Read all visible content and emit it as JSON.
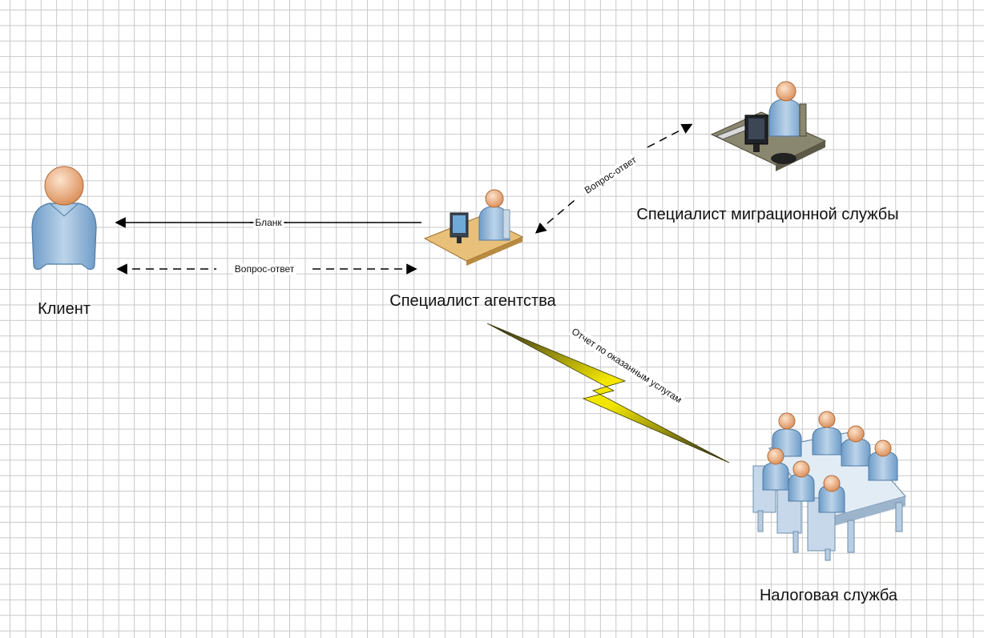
{
  "nodes": {
    "client": {
      "label": "Клиент",
      "icon": "person-icon"
    },
    "agency_specialist": {
      "label": "Специалист агентства",
      "icon": "office-worker-icon"
    },
    "migration_specialist": {
      "label": "Специалист миграционной службы",
      "icon": "office-worker-desk-icon"
    },
    "tax_service": {
      "label": "Налоговая служба",
      "icon": "meeting-table-icon"
    }
  },
  "edges": {
    "blank": {
      "label": "Бланк",
      "style": "solid"
    },
    "qa_client": {
      "label": "Вопрос-ответ",
      "style": "dashed"
    },
    "qa_migration": {
      "label": "Вопрос-ответ",
      "style": "dashed"
    },
    "report": {
      "label": "Отчет по оказанным услугам",
      "style": "lightning"
    }
  },
  "colors": {
    "person_fill": "#8fb4d6",
    "skin": "#f0b88c",
    "desk": "#e8c07a",
    "lightning": "#f2e600",
    "grid": "#c9c9c9"
  }
}
